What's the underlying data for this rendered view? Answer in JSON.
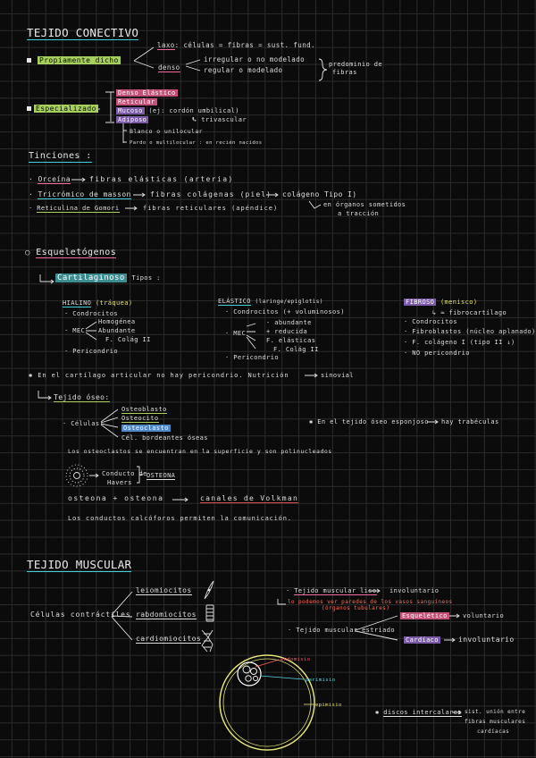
{
  "title": "TEJIDO CONECTIVO",
  "propiamente": {
    "label": "Propiamente dicho",
    "laxo_word": "laxo",
    "laxo_text": ": células = fibras = sust. fund.",
    "denso_word": "denso",
    "denso_1": "irregular o no modelado",
    "denso_2": "regular o modelado",
    "predominio_1": "predominio de",
    "predominio_2": "fibras"
  },
  "especializado": {
    "label": "Especializado",
    "items": [
      "Denso Elástico",
      "Reticular",
      "Mucoso",
      "Adiposo"
    ],
    "mucoso_note": "(ej: cordón umbilical)",
    "adiposo_note": "trivascular",
    "blanco": "Blanco o unilocular",
    "pardo": "Pardo o multilocular : en recién nacidos"
  },
  "tinciones": {
    "heading": "Tinciones :",
    "orceina_word": "Orceína",
    "orceina_rest": "fibras elásticas (arteria)",
    "tricromico_word": "Tricrómico de masson",
    "tricromico_rest": "fibras colágenas (piel)",
    "colageno": "colágeno Tipo I)",
    "reticulina_word": "Reticulina de Gomori",
    "reticulina_rest": "fibras reticulares (apéndice)",
    "organos_1": "en órganos sometidos",
    "organos_2": "a tracción"
  },
  "esqueletogenos": {
    "heading": "Esqueletógenos",
    "cartilaginoso": "Cartilaginoso",
    "tipos": "Tipos :",
    "hialino": {
      "title": "HIALINO",
      "note": "(tráquea)",
      "condrocitos": "· Condrocitos",
      "mec": "· MEC",
      "mec_items": [
        "Homogénea",
        "Abundante",
        "F. Colág II"
      ],
      "pericondrio": "· Pericondrio"
    },
    "elastico": {
      "title": "ELÁSTICO",
      "note": "(laringe/epiglotis)",
      "condrocitos": "· Condrocitos",
      "condrocitos_note": "(+ voluminosos)",
      "mec": "· MEC",
      "mec_items": [
        "- abundante",
        "+ reducida",
        "F. elásticas",
        "F. Colág II"
      ],
      "pericondrio": "· Pericondrio"
    },
    "fibroso": {
      "title": "FIBROSO",
      "note": "(menisco)",
      "fibrocartilago": "≈ fibrocartílago",
      "items": [
        "· Condrocitos",
        "· Fibroblastos (núcleo aplanado)",
        "· F. colágeno I (tipo II ↓)",
        "· NO pericondrio"
      ]
    },
    "articular": "En el cartílago articular no hay pericondrio. Nutrición",
    "sinovial": "sinovial",
    "oseo": {
      "heading": "Tejido óseo:",
      "celulas": "· Células",
      "cells": [
        "Osteoblasto",
        "Osteocito",
        "Osteoclasto",
        "Cél. bordeantes óseas"
      ],
      "esponjoso": "En el tejido óseo esponjoso",
      "trabeculas": "hay trabéculas",
      "osteoclastos_sentence": "Los osteoclastos se encuentran en la superficie y son polinucleados",
      "conducto_havers_1": "Conducto de",
      "conducto_havers_2": "Havers",
      "osteona": "OSTEONA",
      "formula_left": "osteona + osteona",
      "canales": "canales de Volkman",
      "conductos_sentence": "Los conductos calcóforos permiten la comunicación."
    }
  },
  "muscular": {
    "title": "TEJIDO MUSCULAR",
    "celulas": "Células contráctiles",
    "types": [
      "leiomiocitos",
      "rabdomiocitos",
      "cardiomiocitos"
    ],
    "liso": "Tejido muscular liso",
    "involuntario": "involuntario",
    "liso_note_1": "lo podemos ver paredes de los vasos sanguíneos",
    "liso_note_2": "(órganos tubulares)",
    "esqueletico": "Esquelético",
    "voluntario": "voluntario",
    "estriado": "Tejido muscular estriado",
    "cardiaco": "Cardíaco",
    "involuntario_2": "involuntario",
    "endomisio": "endomisio",
    "perimisio": "perimisio",
    "epimisio": "epimisio",
    "discos": "discos intercalares",
    "sist_1": "sist. unión entre",
    "sist_2": "fibras musculares",
    "sist_3": "cardíacas"
  }
}
